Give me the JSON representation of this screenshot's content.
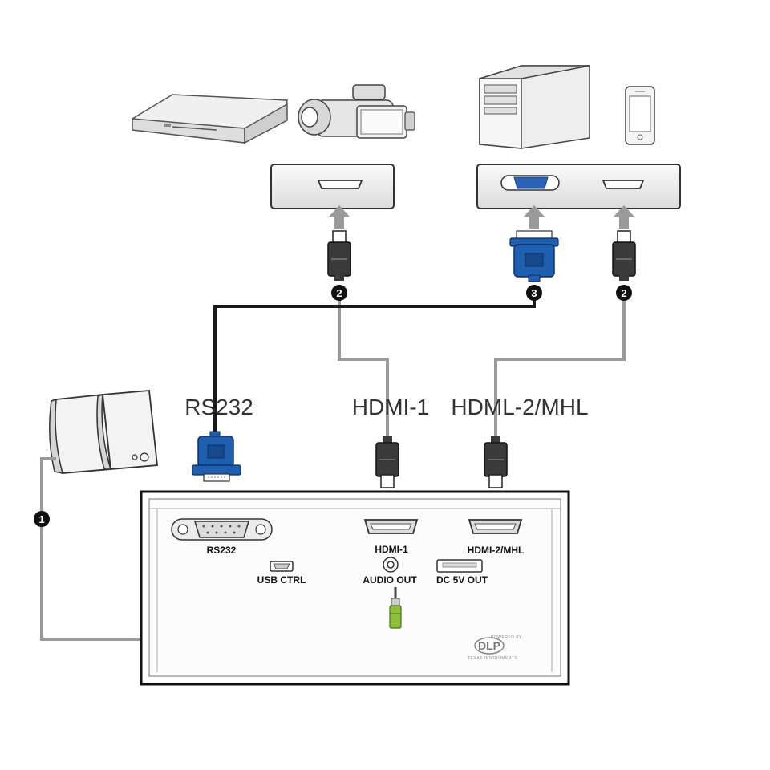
{
  "labels": {
    "rs232_cable": "RS232",
    "hdmi1_cable": "HDMI-1",
    "hdmi2_cable": "HDML-2/MHL"
  },
  "badges": {
    "audio": "1",
    "hdmi_left": "2",
    "vga": "3",
    "hdmi_right": "2"
  },
  "panel": {
    "rs232": "RS232",
    "usb_ctrl": "USB CTRL",
    "hdmi1": "HDMI-1",
    "audio_out": "AUDIO OUT",
    "hdmi2": "HDMI-2/MHL",
    "dc_out": "DC 5V OUT",
    "logo_text": "DLP",
    "logo_top": "POWERED BY",
    "logo_sub": "TEXAS INSTRUMENTS"
  },
  "colors": {
    "cable_gray": "#9a9a9a",
    "cable_black": "#1a1a1a",
    "vga_blue": "#1f5fb0",
    "hdmi_plug": "#3a3a3a",
    "audio_green": "#8fbf3a"
  }
}
